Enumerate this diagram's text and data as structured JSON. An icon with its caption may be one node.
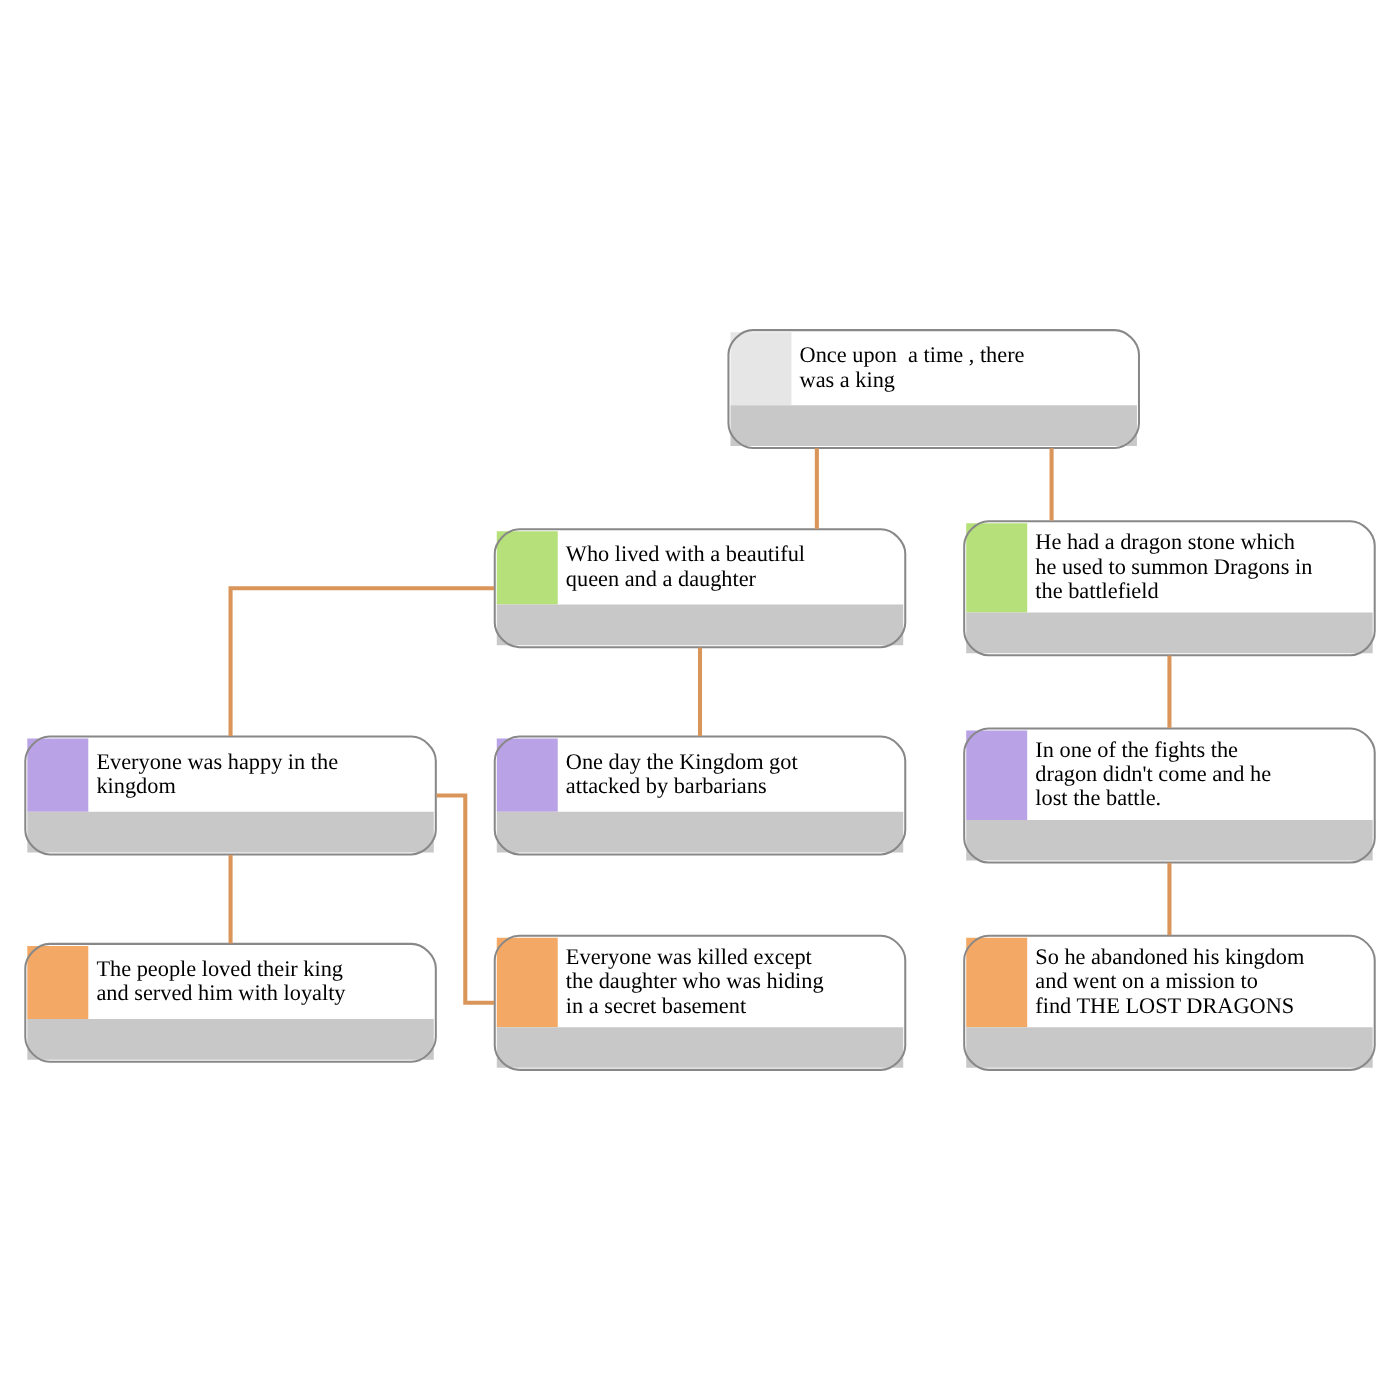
{
  "diagram": {
    "nodes": [
      {
        "text": [
          "Once upon  a time , there was a king"
        ]
      },
      {
        "text": [
          "Who lived with a beautiful queen and a daughter"
        ]
      },
      {
        "text": [
          "Everyone was happy in the kingdom"
        ]
      },
      {
        "text": [
          "One day the Kingdom got attacked by barbarians"
        ]
      },
      {
        "text": [
          "The people loved their king and served him with loyalty"
        ]
      },
      {
        "text": [
          "Everyone was killed except the daughter who was hiding in a secret basement"
        ]
      },
      {
        "text": [
          "He had a dragon stone which he used to summon Dragons in the battlefield"
        ]
      },
      {
        "text": [
          "In one of the fights the dragon didn't come and he lost the battle."
        ]
      },
      {
        "text": [
          "So he abandoned his kingdom and went on a mission to find THE LOST DRAGONS"
        ]
      }
    ],
    "edges": [
      {
        "from": 0,
        "to": 1,
        "arrow": "none"
      },
      {
        "from": 0,
        "to": 6,
        "arrow": "none"
      },
      {
        "from": 1,
        "to": 2,
        "arrow": "none"
      },
      {
        "from": 1,
        "to": 3,
        "arrow": "none"
      },
      {
        "from": 2,
        "to": 4,
        "arrow": "none"
      },
      {
        "from": 2,
        "to": 5,
        "arrow": "none"
      },
      {
        "from": 6,
        "to": 7,
        "arrow": "none"
      },
      {
        "from": 7,
        "to": 8,
        "arrow": "none"
      }
    ]
  }
}
